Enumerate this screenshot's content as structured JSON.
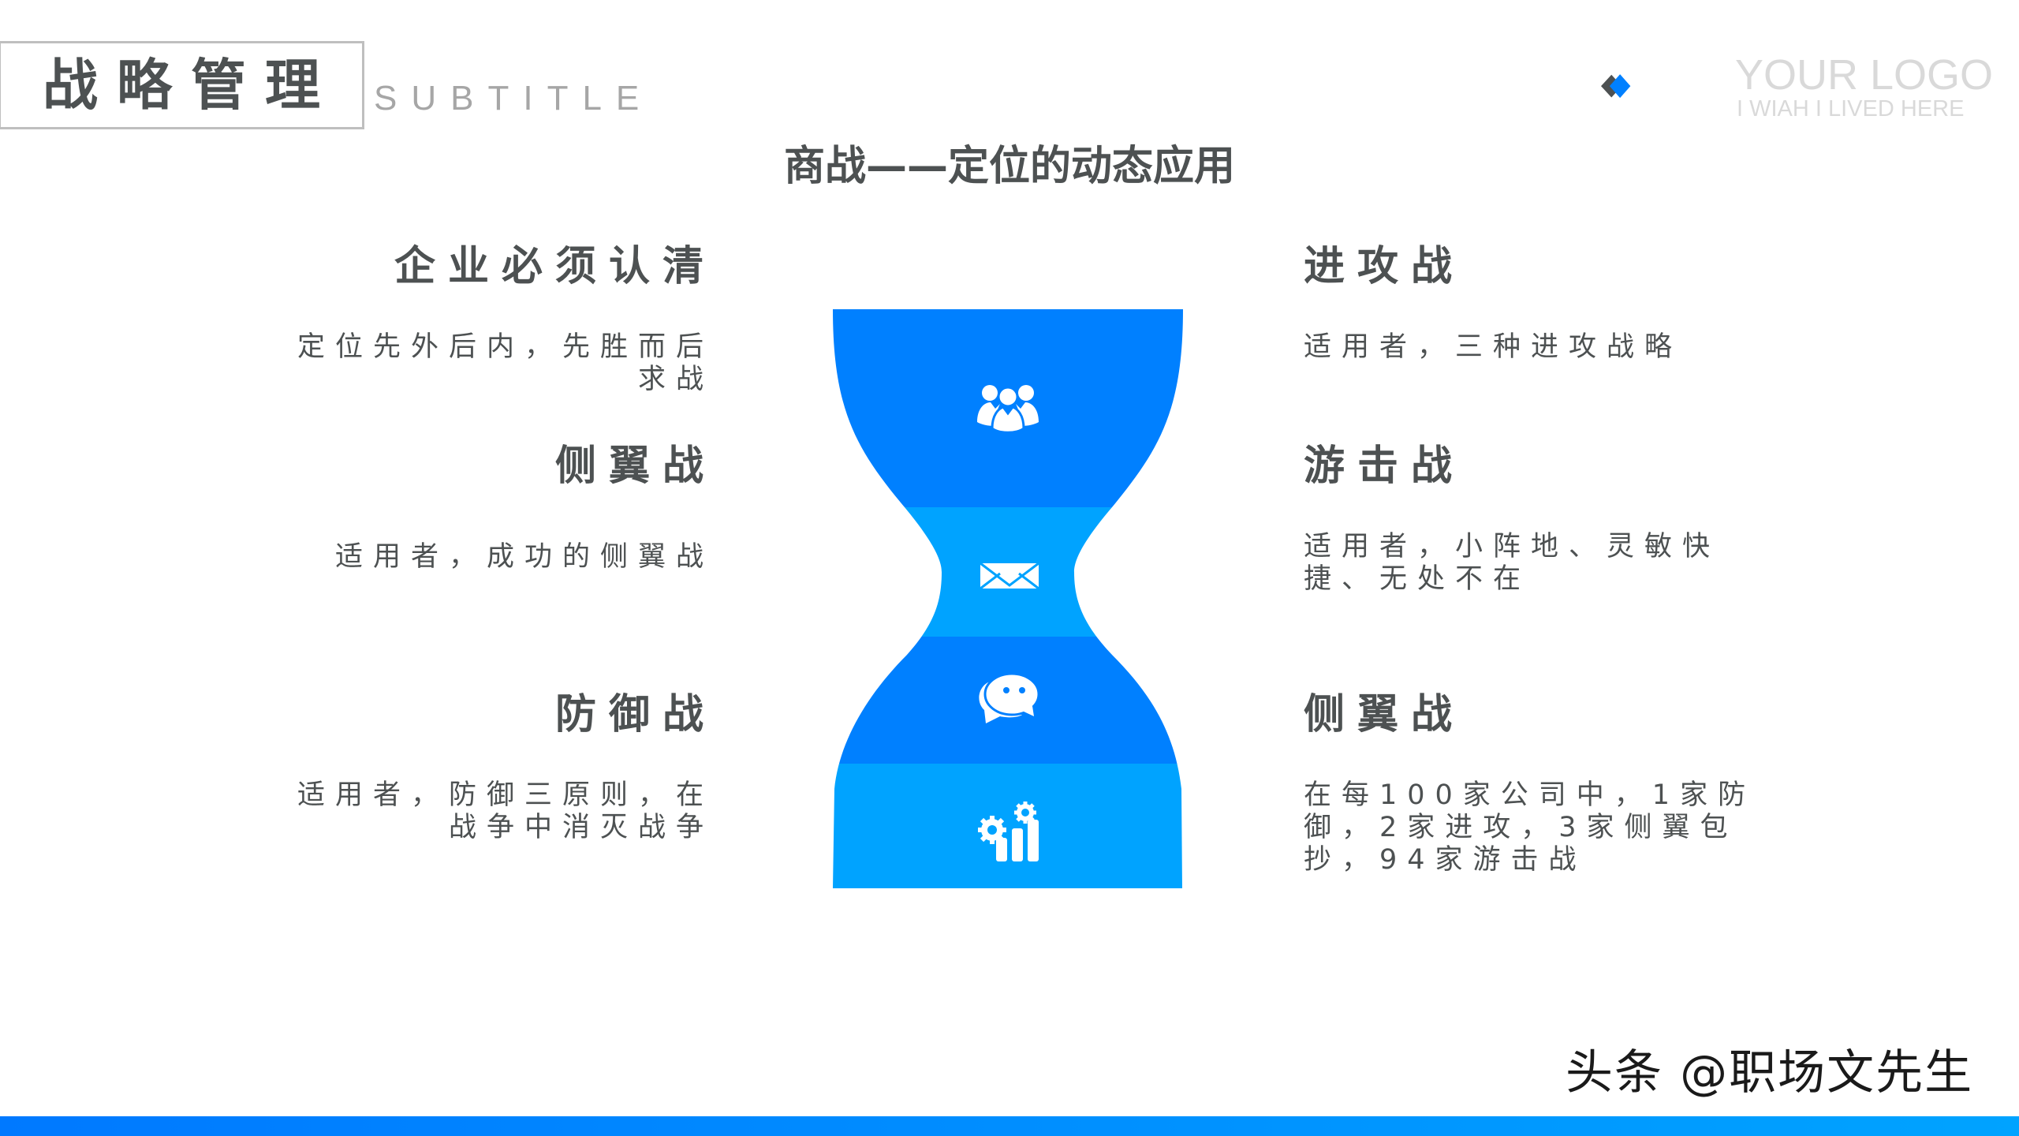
{
  "header": {
    "title": "战略管理",
    "subtitle": "SUBTITLE"
  },
  "logo": {
    "text": "YOUR LOGO",
    "tagline": "I WIAH I LIVED HERE",
    "colors": {
      "dark": "#4d5152",
      "accent": "#0080ff"
    }
  },
  "slide": {
    "title": "商战——定位的动态应用"
  },
  "left_items": [
    {
      "heading": "企业必须认清",
      "lines": [
        "定位先外后内，先胜而后",
        "求战"
      ]
    },
    {
      "heading": "侧翼战",
      "lines": [
        "适用者，成功的侧翼战"
      ]
    },
    {
      "heading": "防御战",
      "lines": [
        "适用者，防御三原则，在",
        "战争中消灭战争"
      ]
    }
  ],
  "right_items": [
    {
      "heading": "进攻战",
      "lines": [
        "适用者，三种进攻战略"
      ]
    },
    {
      "heading": "游击战",
      "lines": [
        "适用者，小阵地、灵敏快",
        "捷、无处不在"
      ]
    },
    {
      "heading": "侧翼战",
      "lines": [
        "在每100家公司中，1家防",
        "御，2家进攻，3家侧翼包",
        "抄，94家游击战"
      ]
    }
  ],
  "hourglass": {
    "segments": [
      {
        "icon": "users-icon",
        "color": "#0080ff"
      },
      {
        "icon": "envelope-icon",
        "color": "#00a3ff"
      },
      {
        "icon": "chat-bubbles-icon",
        "color": "#0080ff"
      },
      {
        "icon": "gear-chart-icon",
        "color": "#00a3ff"
      }
    ]
  },
  "watermark": "头条 @职场文先生",
  "colors": {
    "text": "#4d5152",
    "subtitle": "#a6a6a6",
    "primary_blue": "#0080ff",
    "light_blue": "#00a3ff"
  }
}
